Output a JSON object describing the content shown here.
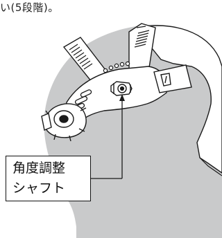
{
  "heading": "い(5段階)。",
  "callout": {
    "line1": "角度調整",
    "line2": "シャフト"
  },
  "colors": {
    "head_silhouette": "#c9cacb",
    "line": "#1a1a1a",
    "fill": "#ffffff"
  }
}
